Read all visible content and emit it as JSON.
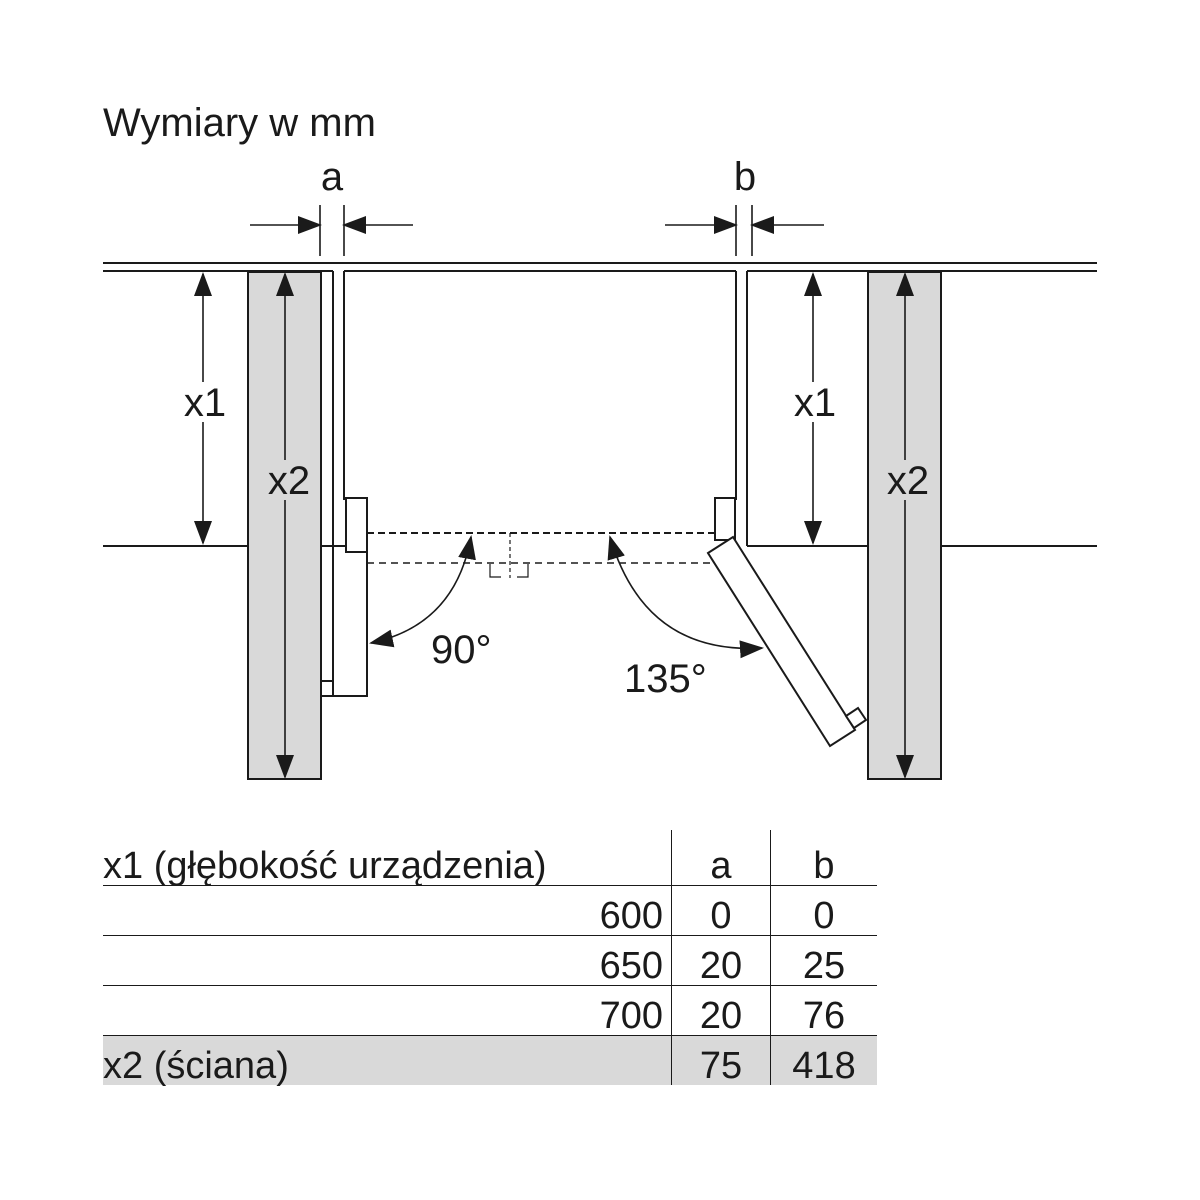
{
  "title": "Wymiary w mm",
  "diagram": {
    "gap_label_left": "a",
    "gap_label_right": "b",
    "depth_label_left": "x1",
    "depth_label_right": "x1",
    "wall_label_left": "x2",
    "wall_label_right": "x2",
    "angle_left": "90°",
    "angle_right": "135°"
  },
  "table": {
    "header": {
      "label": "x1 (głębokość urządzenia)",
      "a": "a",
      "b": "b"
    },
    "rows": [
      {
        "label": "600",
        "a": "0",
        "b": "0"
      },
      {
        "label": "650",
        "a": "20",
        "b": "25"
      },
      {
        "label": "700",
        "a": "20",
        "b": "76"
      }
    ],
    "wall_row": {
      "label": "x2 (ściana)",
      "a": "75",
      "b": "418"
    }
  },
  "colors": {
    "line": "#1a1a1a",
    "wall_fill": "#d9d9d9",
    "background": "#ffffff"
  }
}
